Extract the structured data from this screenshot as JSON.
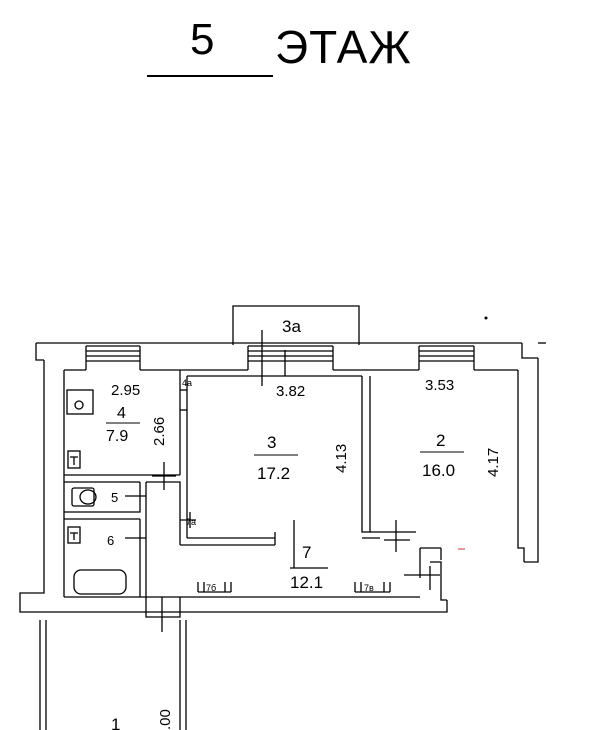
{
  "title": {
    "floor_number": "5",
    "floor_word": "ЭТАЖ"
  },
  "rooms": {
    "r3a": {
      "label": "3а"
    },
    "r4": {
      "number": "4",
      "area": "7.9",
      "width": "2.95",
      "length": "2.66",
      "sub": "4а"
    },
    "r3": {
      "number": "3",
      "area": "17.2",
      "width": "3.82",
      "length": "4.13"
    },
    "r2": {
      "number": "2",
      "area": "16.0",
      "width": "3.53",
      "length": "4.17"
    },
    "r5": {
      "number": "5"
    },
    "r6": {
      "number": "6"
    },
    "r7": {
      "number": "7",
      "area": "12.1",
      "sub_a": "7а",
      "sub_b": "7б",
      "sub_c": "7в"
    },
    "r1": {
      "number": "1",
      "length": ".00"
    }
  }
}
